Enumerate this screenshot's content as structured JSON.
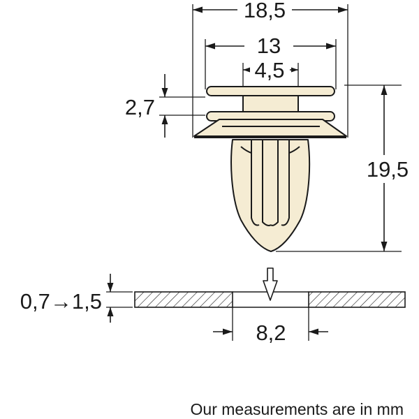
{
  "dimensions": {
    "overall_width": "18,5",
    "flange_width": "13",
    "neck_width": "4,5",
    "flange_gap": "2,7",
    "height": "19,5",
    "panel_thickness": "0,7→1,5",
    "hole_diameter": "8,2"
  },
  "footer": {
    "note": "Our measurements are in mm"
  },
  "colors": {
    "part_fill": "#f5ecd3",
    "line": "#1a1a1a"
  }
}
